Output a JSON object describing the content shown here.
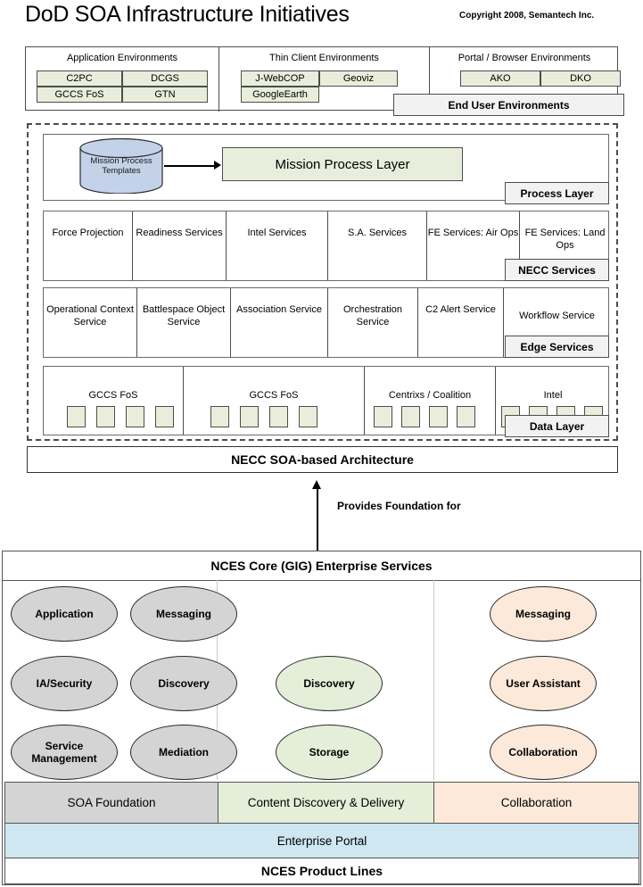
{
  "header": {
    "title": "DoD SOA Infrastructure Initiatives",
    "copyright": "Copyright 2008, Semantech Inc."
  },
  "colors": {
    "green_fill": "#e8eedb",
    "gray_fill": "#d4d4d4",
    "peach_fill": "#fce9d9",
    "blue_fill": "#c3d2e8",
    "light_blue_fill": "#cfe7f0",
    "callout_fill": "#f2f2f2",
    "border": "#4d4d4d"
  },
  "end_user": {
    "callout": "End User Environments",
    "groups": [
      {
        "title": "Application Environments",
        "rows": [
          [
            "C2PC",
            "DCGS"
          ],
          [
            "GCCS FoS",
            "GTN"
          ]
        ]
      },
      {
        "title": "Thin Client Environments",
        "rows": [
          [
            "J-WebCOP",
            "Geoviz"
          ],
          [
            "GoogleEarth",
            ""
          ]
        ]
      },
      {
        "title": "Portal / Browser Environments",
        "rows": [
          [
            "AKO",
            "DKO"
          ],
          [
            "",
            ""
          ]
        ]
      }
    ]
  },
  "process_layer": {
    "callout": "Process Layer",
    "datastore": "Mission Process Templates",
    "datastore_line1": "Mission Process",
    "datastore_line2": "Templates",
    "box": "Mission Process Layer"
  },
  "necc_services": {
    "callout": "NECC Services",
    "cells": [
      "Force Projection",
      "Readiness Services",
      "Intel Services",
      "S.A. Services",
      "FE Services: Air Ops",
      "FE Services: Land Ops"
    ]
  },
  "edge_services": {
    "callout": "Edge Services",
    "cells": [
      "Operational Context Service",
      "Battlespace Object Service",
      "Association Service",
      "Orchestration Service",
      "C2 Alert Service",
      "Workflow Service"
    ]
  },
  "data_layer": {
    "callout": "Data Layer",
    "groups": [
      {
        "label": "GCCS FoS",
        "chips": 4
      },
      {
        "label": "GCCS FoS",
        "chips": 4
      },
      {
        "label": "Centrixs / Coalition",
        "chips": 4
      },
      {
        "label": "Intel",
        "chips": 4
      }
    ]
  },
  "architecture_bar": "NECC SOA-based Architecture",
  "connector": {
    "label": "Provides Foundation for"
  },
  "nces": {
    "header": "NCES Core (GIG) Enterprise Services",
    "ovals": [
      {
        "label": "Application",
        "color": "gray",
        "col": 0,
        "row": 0
      },
      {
        "label": "Messaging",
        "color": "gray",
        "col": 1,
        "row": 0
      },
      {
        "label": "Messaging",
        "color": "peach",
        "col": 3,
        "row": 0
      },
      {
        "label": "IA/Security",
        "color": "gray",
        "col": 0,
        "row": 1
      },
      {
        "label": "Discovery",
        "color": "gray",
        "col": 1,
        "row": 1
      },
      {
        "label": "Discovery",
        "color": "green",
        "col": 2,
        "row": 1
      },
      {
        "label": "User Assistant",
        "color": "peach",
        "col": 3,
        "row": 1
      },
      {
        "label": "Service Management",
        "color": "gray",
        "col": 0,
        "row": 2
      },
      {
        "label": "Mediation",
        "color": "gray",
        "col": 1,
        "row": 2
      },
      {
        "label": "Storage",
        "color": "green",
        "col": 2,
        "row": 2
      },
      {
        "label": "Collaboration",
        "color": "peach",
        "col": 3,
        "row": 2
      }
    ],
    "category_bars": [
      {
        "label": "SOA Foundation",
        "color": "gray"
      },
      {
        "label": "Content Discovery & Delivery",
        "color": "green"
      },
      {
        "label": "Collaboration",
        "color": "peach"
      }
    ],
    "portal_bar": "Enterprise Portal",
    "product_lines_bar": "NCES Product Lines"
  }
}
